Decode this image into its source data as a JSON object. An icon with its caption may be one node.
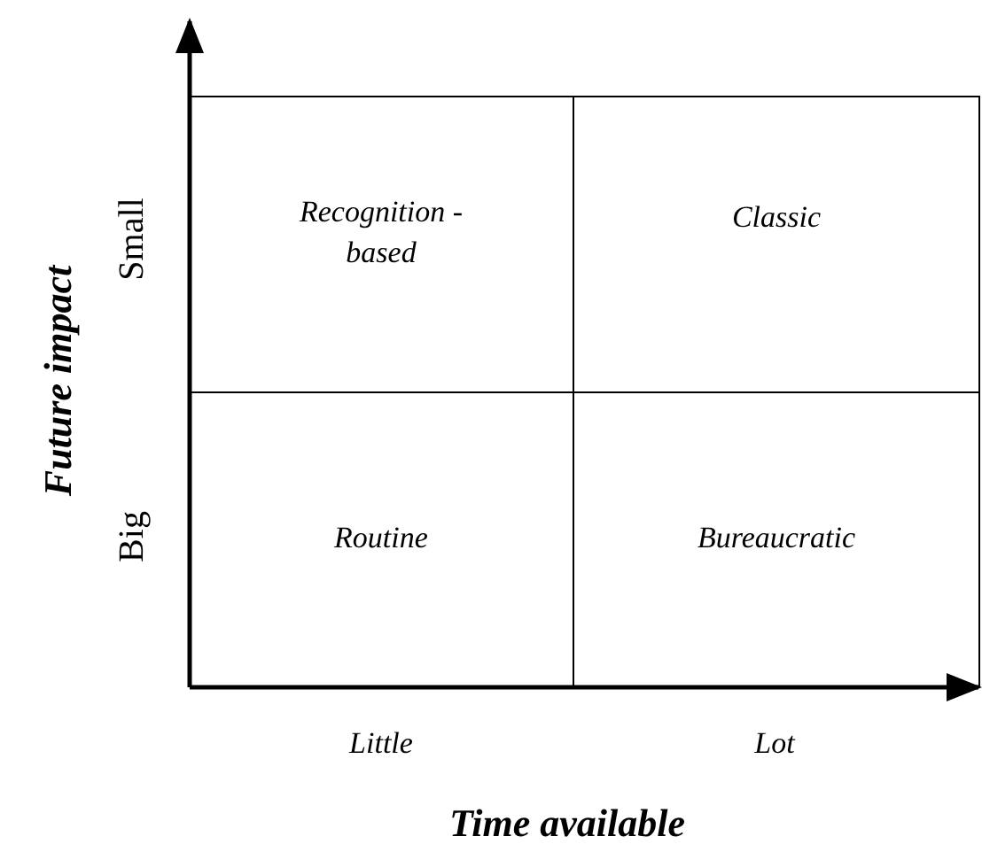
{
  "diagram": {
    "nodes": [
      {
        "text": [
          "Recognition -based"
        ]
      },
      {
        "text": [
          "Classic"
        ]
      },
      {
        "text": [
          "Routine"
        ]
      },
      {
        "text": [
          "Bureaucratic"
        ]
      }
    ],
    "labels": [
      "Small",
      "Big",
      "Future impact",
      "Little",
      "Lot",
      "Time available"
    ]
  }
}
